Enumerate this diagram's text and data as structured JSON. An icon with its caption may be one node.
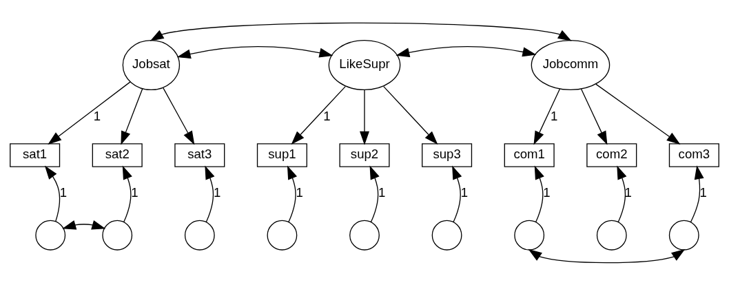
{
  "diagram": {
    "nodes": [
      {
        "text": [
          "Jobsat"
        ]
      },
      {
        "text": [
          "LikeSupr"
        ]
      },
      {
        "text": [
          "Jobcomm"
        ]
      },
      {
        "text": [
          "sat1"
        ]
      },
      {
        "text": [
          "sat2"
        ]
      },
      {
        "text": [
          "sat3"
        ]
      },
      {
        "text": [
          "sup1"
        ]
      },
      {
        "text": [
          "sup2"
        ]
      },
      {
        "text": [
          "sup3"
        ]
      },
      {
        "text": [
          "com1"
        ]
      },
      {
        "text": [
          "com2"
        ]
      },
      {
        "text": [
          "com3"
        ]
      },
      {
        "text": [],
        "shape": "circle"
      },
      {
        "text": [],
        "shape": "circle"
      },
      {
        "text": [],
        "shape": "circle"
      },
      {
        "text": [],
        "shape": "circle"
      },
      {
        "text": [],
        "shape": "circle"
      },
      {
        "text": [],
        "shape": "circle"
      },
      {
        "text": [],
        "shape": "circle"
      },
      {
        "text": [],
        "shape": "circle"
      },
      {
        "text": [],
        "shape": "circle"
      }
    ],
    "edges": [
      {
        "from": 0,
        "to": 2,
        "arrow": "both"
      },
      {
        "from": 0,
        "to": 1,
        "arrow": "both"
      },
      {
        "from": 1,
        "to": 2,
        "arrow": "both"
      },
      {
        "from": 0,
        "to": 3,
        "arrow": "to",
        "label": "1"
      },
      {
        "from": 0,
        "to": 4,
        "arrow": "to"
      },
      {
        "from": 0,
        "to": 5,
        "arrow": "to"
      },
      {
        "from": 1,
        "to": 6,
        "arrow": "to",
        "label": "1"
      },
      {
        "from": 1,
        "to": 7,
        "arrow": "to"
      },
      {
        "from": 1,
        "to": 8,
        "arrow": "to"
      },
      {
        "from": 2,
        "to": 9,
        "arrow": "to",
        "label": "1"
      },
      {
        "from": 2,
        "to": 10,
        "arrow": "to"
      },
      {
        "from": 2,
        "to": 11,
        "arrow": "to"
      },
      {
        "from": 12,
        "to": 3,
        "arrow": "to",
        "label": "1"
      },
      {
        "from": 13,
        "to": 4,
        "arrow": "to",
        "label": "1"
      },
      {
        "from": 14,
        "to": 5,
        "arrow": "to",
        "label": "1"
      },
      {
        "from": 15,
        "to": 6,
        "arrow": "to",
        "label": "1"
      },
      {
        "from": 16,
        "to": 7,
        "arrow": "to",
        "label": "1"
      },
      {
        "from": 17,
        "to": 8,
        "arrow": "to",
        "label": "1"
      },
      {
        "from": 18,
        "to": 9,
        "arrow": "to",
        "label": "1"
      },
      {
        "from": 19,
        "to": 10,
        "arrow": "to",
        "label": "1"
      },
      {
        "from": 20,
        "to": 11,
        "arrow": "to",
        "label": "1"
      },
      {
        "from": 12,
        "to": 13,
        "arrow": "both"
      },
      {
        "from": 18,
        "to": 20,
        "arrow": "both"
      }
    ]
  }
}
